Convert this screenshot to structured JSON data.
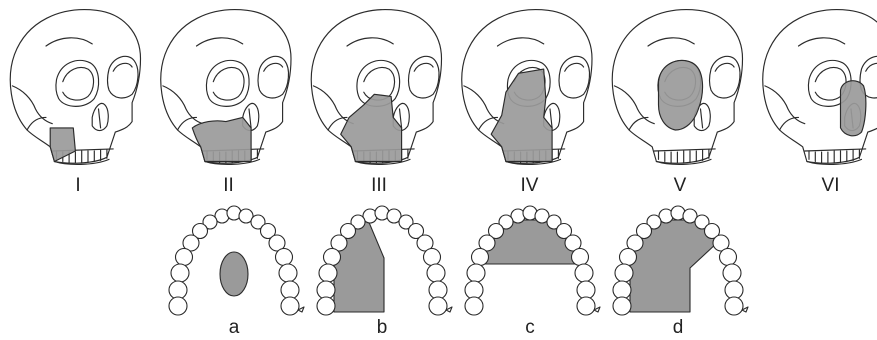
{
  "colors": {
    "shade": "#9a9a9a",
    "line": "#2b2b2b",
    "background": "#ffffff"
  },
  "skulls": [
    {
      "label": "I",
      "resection": "class-i"
    },
    {
      "label": "II",
      "resection": "class-ii"
    },
    {
      "label": "III",
      "resection": "class-iii"
    },
    {
      "label": "IV",
      "resection": "class-iv"
    },
    {
      "label": "V",
      "resection": "class-v"
    },
    {
      "label": "VI",
      "resection": "class-vi"
    }
  ],
  "palates": [
    {
      "label": "a",
      "defect": "central-oval"
    },
    {
      "label": "b",
      "defect": "unilateral"
    },
    {
      "label": "c",
      "defect": "anterior"
    },
    {
      "label": "d",
      "defect": "lateral-anterior"
    }
  ]
}
